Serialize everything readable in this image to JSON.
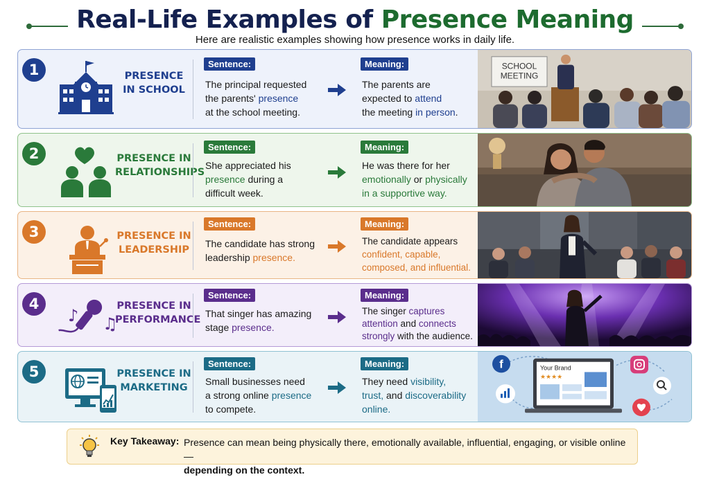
{
  "header": {
    "title_main": "Real-Life Examples of",
    "title_accent": "Presence Meaning",
    "subtitle": "Here are realistic examples showing how presence works in daily life."
  },
  "labels": {
    "sentence": "Sentence:",
    "meaning": "Meaning:"
  },
  "rows": [
    {
      "number": "1",
      "category_line1": "PRESENCE",
      "category_line2": "IN SCHOOL",
      "sentence": [
        "The principal requested",
        "the parents' ",
        "presence",
        "at the school meeting."
      ],
      "meaning": [
        "The parents are",
        "expected to ",
        "attend",
        "the meeting ",
        "in person",
        "."
      ],
      "photo_sign_line1": "SCHOOL",
      "photo_sign_line2": "MEETING",
      "color": "#1f3f8f",
      "icon": "school-building-icon"
    },
    {
      "number": "2",
      "category_line1": "PRESENCE IN",
      "category_line2": "RELATIONSHIPS",
      "sentence": [
        "She appreciated his",
        "presence",
        " during a",
        "difficult week."
      ],
      "meaning": [
        "He was there for her",
        "emotionally",
        " or ",
        "physically",
        "in a supportive way."
      ],
      "color": "#2a7a3a",
      "icon": "couple-heart-icon"
    },
    {
      "number": "3",
      "category_line1": "PRESENCE IN",
      "category_line2": "LEADERSHIP",
      "sentence": [
        "The candidate has strong",
        "leadership ",
        "presence."
      ],
      "meaning": [
        "The candidate appears",
        "confident, capable,",
        "composed, and influential."
      ],
      "color": "#d9782a",
      "icon": "podium-speaker-icon"
    },
    {
      "number": "4",
      "category_line1": "PRESENCE IN",
      "category_line2": "PERFORMANCE",
      "sentence": [
        "That singer has amazing",
        "stage ",
        "presence."
      ],
      "meaning": [
        "The singer ",
        "captures",
        "attention",
        " and ",
        "connects",
        "strongly",
        " with the audience."
      ],
      "color": "#5a2d8c",
      "icon": "microphone-notes-icon"
    },
    {
      "number": "5",
      "category_line1": "PRESENCE IN",
      "category_line2": "MARKETING",
      "sentence": [
        "Small businesses need",
        "a strong online ",
        "presence",
        "to compete."
      ],
      "meaning": [
        "They need ",
        "visibility,",
        "trust,",
        " and ",
        "discoverability",
        "online."
      ],
      "photo_brand": "Your Brand",
      "photo_stars": "★★★★",
      "color": "#1c6b86",
      "icon": "computer-phone-icon"
    }
  ],
  "takeaway": {
    "label": "Key Takeaway:",
    "text": "Presence can mean being physically there, emotionally available, influential, engaging, or visible online—",
    "text_bold": "depending on the context.",
    "icon": "lightbulb-icon"
  }
}
